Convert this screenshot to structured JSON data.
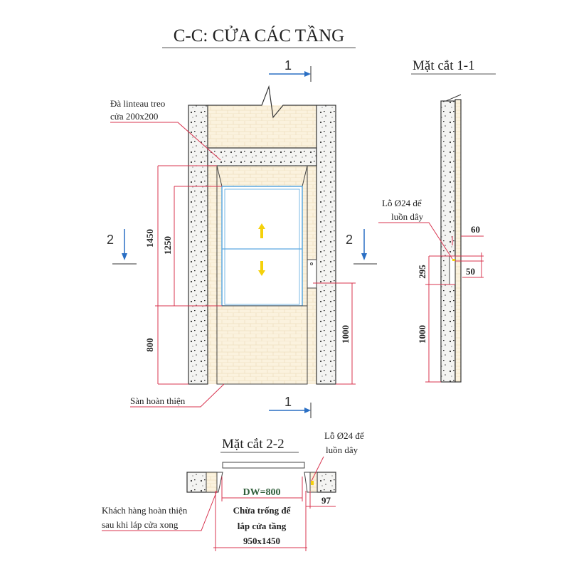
{
  "title": "C-C: CỬA CÁC TẦNG",
  "section_1_1": {
    "heading": "Mặt cắt 1-1",
    "hole_note_line1": "Lỗ Ø24 để",
    "hole_note_line2": "luồn dây",
    "dims": {
      "d60": "60",
      "d50": "50",
      "d295": "295",
      "d1000": "1000"
    }
  },
  "elevation": {
    "lintel_note_line1": "Đà linteau treo",
    "lintel_note_line2": "cửa 200x200",
    "floor_note": "Sàn hoàn thiện",
    "section_mark_1": "1",
    "section_mark_2": "2",
    "dims": {
      "d1450": "1450",
      "d1250": "1250",
      "d800": "800",
      "d1000": "1000"
    }
  },
  "section_2_2": {
    "heading": "Mặt cắt 2-2",
    "hole_note_line1": "Lỗ Ø24 để",
    "hole_note_line2": "luồn dây",
    "dw": "DW=800",
    "opening_line1": "Chừa trống để",
    "opening_line2": "lắp cửa tầng",
    "opening_line3": "950x1450",
    "d97": "97",
    "customer_note_line1": "Khách hàng hoàn thiện",
    "customer_note_line2": "sau khi láp cửa xong"
  },
  "colors": {
    "dimension": "#d8344f",
    "arrow": "#2a6fc4",
    "door": "#5aa8e0",
    "dw_text": "#2f5e3a",
    "brick": "#fbf2de",
    "indicator": "#f5d10a"
  }
}
